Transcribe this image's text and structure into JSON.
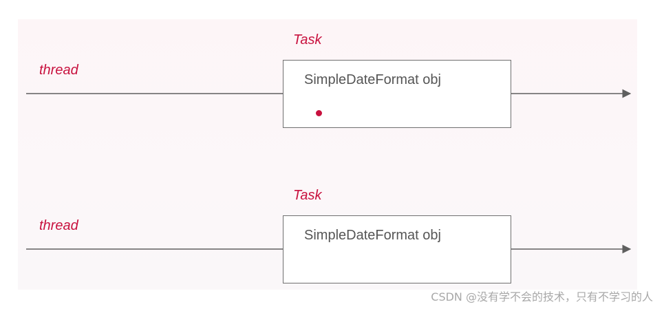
{
  "diagram": {
    "rows": [
      {
        "thread_label": "thread",
        "task_label": "Task",
        "box_text": "SimpleDateFormat obj",
        "has_dot": true
      },
      {
        "thread_label": "thread",
        "task_label": "Task",
        "box_text": "SimpleDateFormat obj",
        "has_dot": false
      }
    ],
    "colors": {
      "accent": "#c8113e",
      "line": "#5f5f5f",
      "box_border": "#6f6f6f",
      "text": "#555555",
      "background": "#fdf5f7"
    }
  },
  "watermark": "CSDN @没有学不会的技术，只有不学习的人"
}
